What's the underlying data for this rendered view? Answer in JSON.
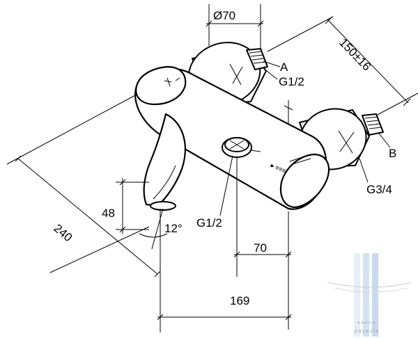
{
  "dimensions": {
    "diameter": "Ø70",
    "spacing": "150±16",
    "inlet_a": "A",
    "thread_a": "G1/2",
    "inlet_b": "B",
    "thread_b": "G3/4",
    "depth": "240",
    "height": "48",
    "angle": "12°",
    "outlet_thread": "G1/2",
    "offset": "70",
    "width": "169"
  },
  "watermark": {
    "line1": "vannu",
    "line2": "pasaule",
    "colors": {
      "bar_light": "#e6eef8",
      "bar_dark": "#c9d9ee",
      "text": "#9aa4b4"
    }
  }
}
